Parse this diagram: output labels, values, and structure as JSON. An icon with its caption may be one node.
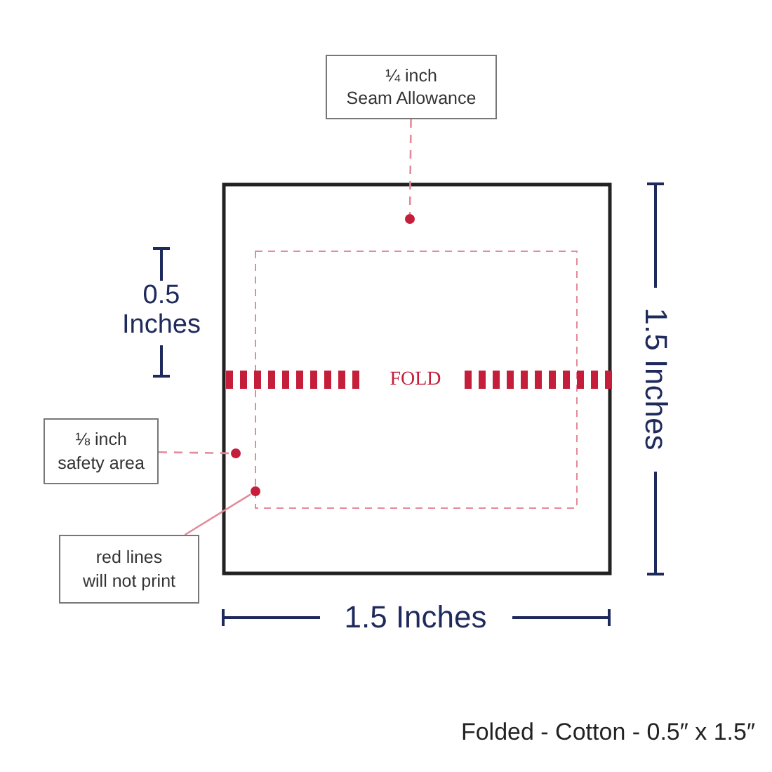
{
  "diagram": {
    "caption": "Folded - Cotton - 0.5″ x 1.5″",
    "nodes": [
      {
        "text": [
          "¼ inch",
          "Seam Allowance"
        ]
      },
      {
        "text": [
          "⅛ inch",
          "safety area"
        ]
      },
      {
        "text": [
          "red lines",
          "will not print"
        ]
      },
      {
        "text": [],
        "shape": "circle"
      },
      {
        "text": [],
        "shape": "circle"
      },
      {
        "text": [],
        "shape": "circle"
      }
    ],
    "edges": [
      {
        "from": 0,
        "to": 3,
        "arrow": "none",
        "style": "dashed"
      },
      {
        "from": 1,
        "to": 4,
        "arrow": "none",
        "style": "dashed"
      },
      {
        "from": 2,
        "to": 5,
        "arrow": "none"
      }
    ],
    "labels": [
      "FOLD",
      "0.5 Inches",
      "1.5 Inches",
      "1.5 Inches"
    ]
  }
}
